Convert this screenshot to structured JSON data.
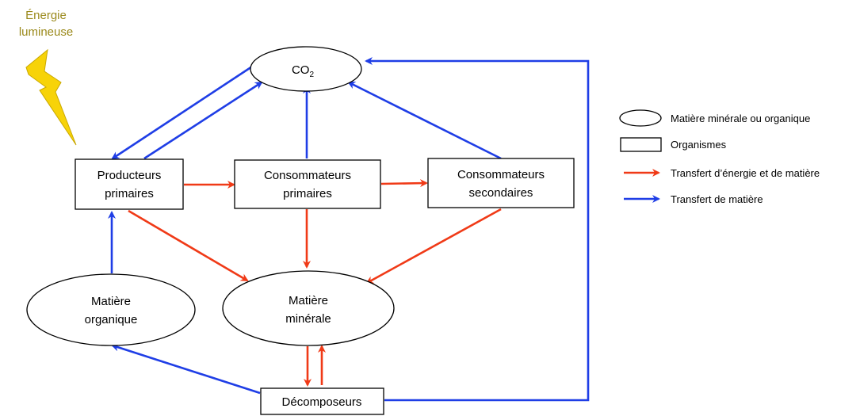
{
  "energy_label": {
    "line1": "Énergie",
    "line2": "lumineuse"
  },
  "nodes": {
    "co2": {
      "main": "CO",
      "sub": "2"
    },
    "producers": {
      "line1": "Producteurs",
      "line2": "primaires"
    },
    "primary_consumers": {
      "line1": "Consommateurs",
      "line2": "primaires"
    },
    "secondary_consumers": {
      "line1": "Consommateurs",
      "line2": "secondaires"
    },
    "organic_matter": {
      "line1": "Matière",
      "line2": "organique"
    },
    "mineral_matter": {
      "line1": "Matière",
      "line2": "minérale"
    },
    "decomposers": {
      "label": "Décomposeurs"
    }
  },
  "legend": {
    "ellipse": "Matière minérale ou organique",
    "rectangle": "Organismes",
    "red_arrow": "Transfert d’énergie et de matière",
    "blue_arrow": "Transfert de matière"
  },
  "colors": {
    "energy_matter_transfer": "#f03a17",
    "matter_transfer": "#1f3ee6",
    "lightning": "#f7d308",
    "energy_label": "#9b8a1c"
  }
}
